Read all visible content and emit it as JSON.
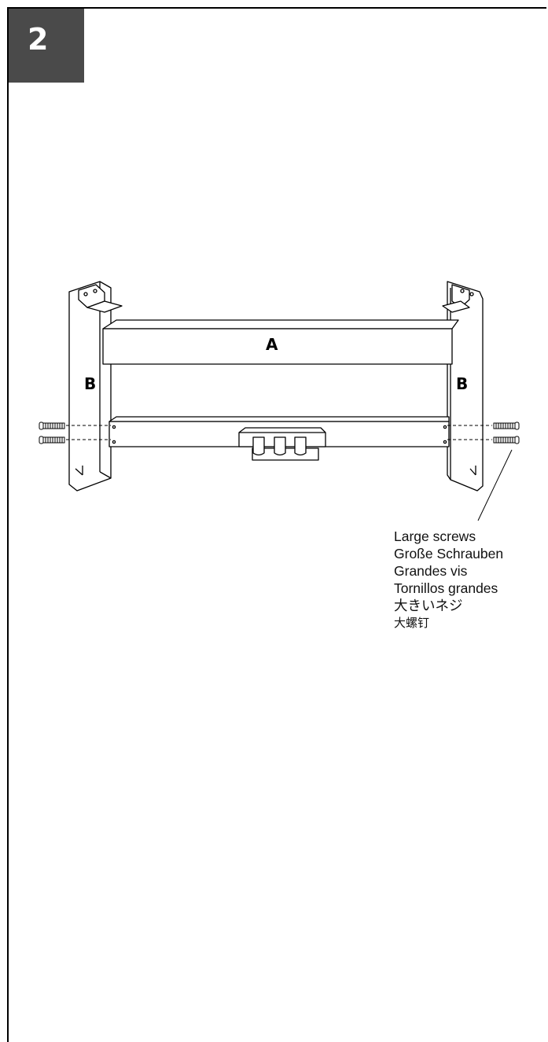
{
  "step": {
    "number": "2"
  },
  "parts": {
    "a": "A",
    "b_left": "B",
    "b_right": "B"
  },
  "callout": {
    "lines": [
      "Large screws",
      "Große Schrauben",
      "Grandes vis",
      "Tornillos grandes",
      "大きいネジ",
      "大螺钉"
    ]
  }
}
